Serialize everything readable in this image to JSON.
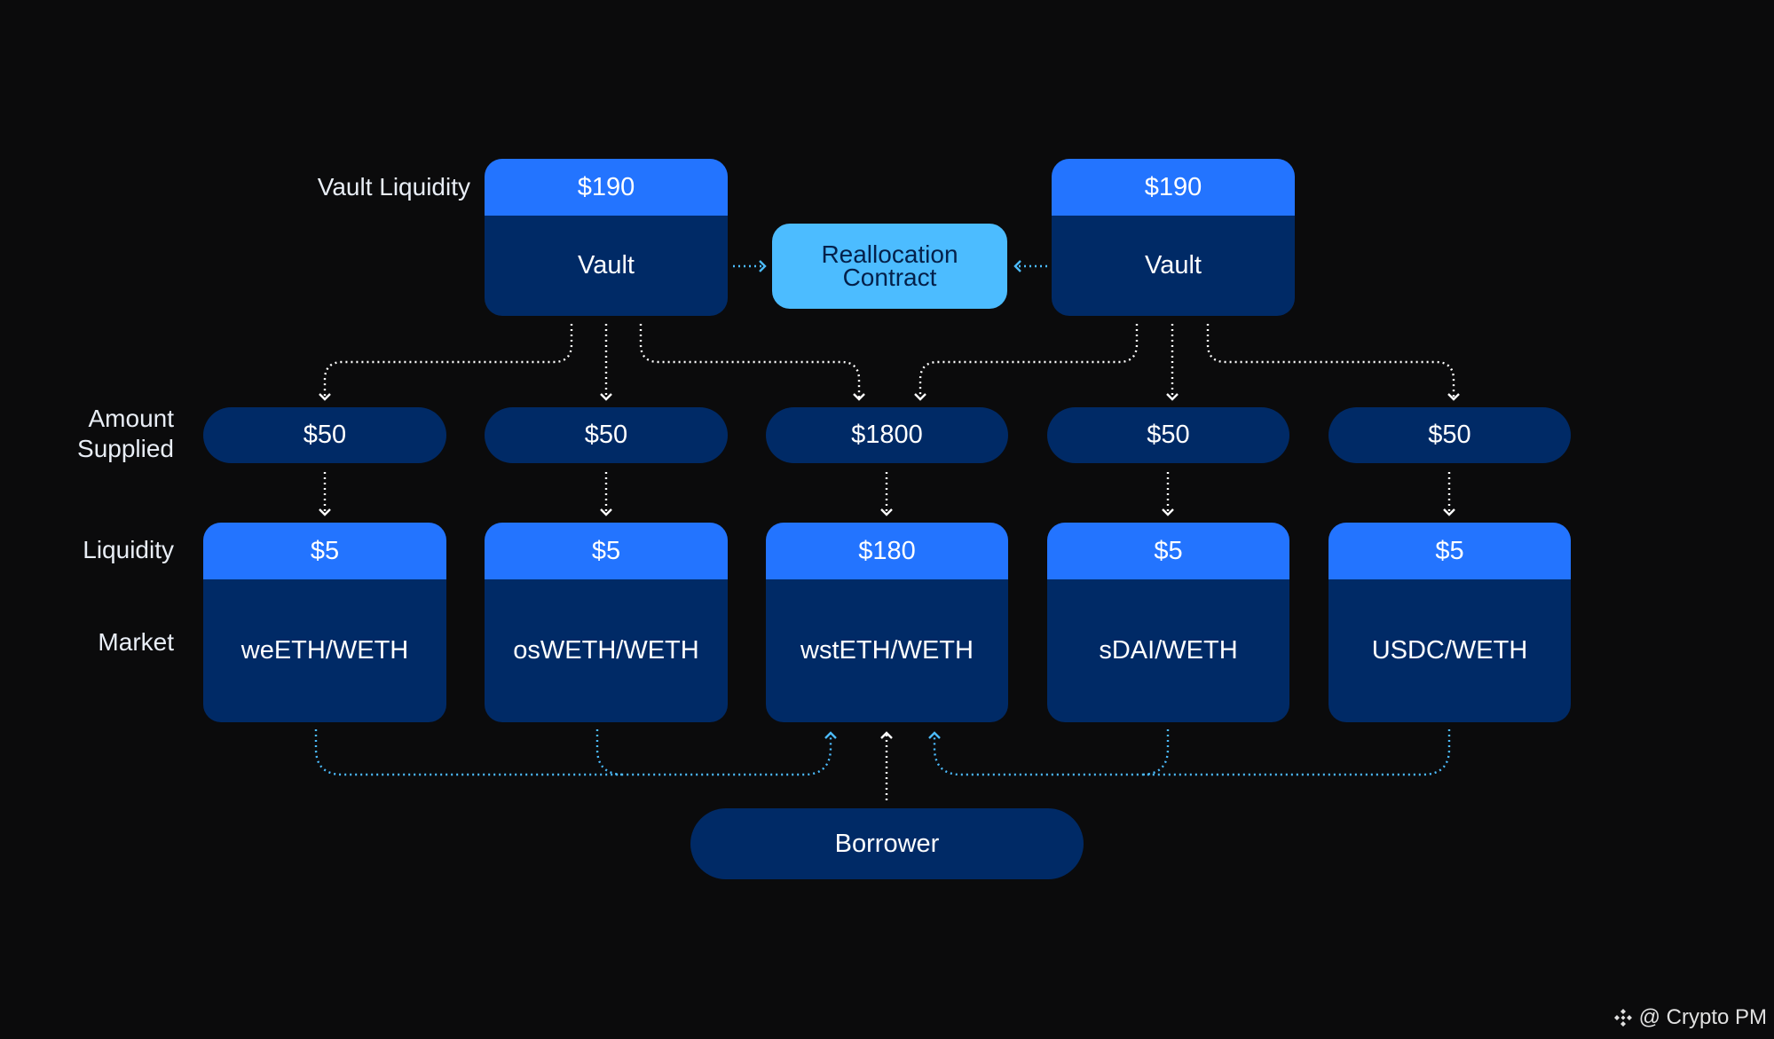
{
  "labels": {
    "vault_liquidity": "Vault Liquidity",
    "amount_supplied_line1": "Amount",
    "amount_supplied_line2": "Supplied",
    "liquidity": "Liquidity",
    "market": "Market"
  },
  "vaults": [
    {
      "liquidity": "$190",
      "name": "Vault"
    },
    {
      "liquidity": "$190",
      "name": "Vault"
    }
  ],
  "reallocation": {
    "line1": "Reallocation",
    "line2": "Contract"
  },
  "markets": [
    {
      "supplied": "$50",
      "liquidity": "$5",
      "name": "weETH/WETH"
    },
    {
      "supplied": "$50",
      "liquidity": "$5",
      "name": "osWETH/WETH"
    },
    {
      "supplied": "$1800",
      "liquidity": "$180",
      "name": "wstETH/WETH"
    },
    {
      "supplied": "$50",
      "liquidity": "$5",
      "name": "sDAI/WETH"
    },
    {
      "supplied": "$50",
      "liquidity": "$5",
      "name": "USDC/WETH"
    }
  ],
  "borrower": "Borrower",
  "watermark": "@ Crypto PM",
  "colors": {
    "background": "#0b0b0c",
    "box_dark": "#002a66",
    "box_cap": "#2374ff",
    "reallocation": "#4cbcff",
    "arrow_white": "#ffffff",
    "arrow_blue": "#4cbcff"
  }
}
